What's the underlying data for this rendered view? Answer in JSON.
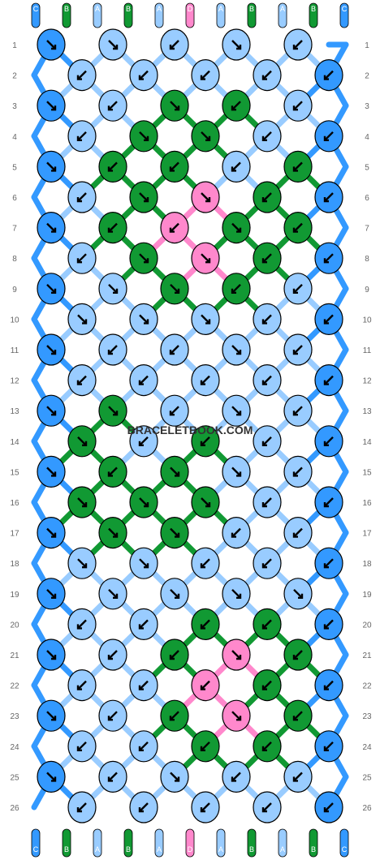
{
  "watermark": "BRACELETBOOK.COM",
  "colors": {
    "C": "#3399ff",
    "B": "#119933",
    "A": "#99ccff",
    "D": "#ff88cc"
  },
  "top_strings": [
    "C",
    "B",
    "A",
    "B",
    "A",
    "D",
    "A",
    "B",
    "A",
    "B",
    "C"
  ],
  "bottom_strings": [
    "C",
    "B",
    "A",
    "B",
    "A",
    "D",
    "A",
    "B",
    "A",
    "B",
    "C"
  ],
  "row_labels": [
    "1",
    "2",
    "3",
    "4",
    "5",
    "6",
    "7",
    "8",
    "9",
    "10",
    "11",
    "12",
    "13",
    "14",
    "15",
    "16",
    "17",
    "18",
    "19",
    "20",
    "21",
    "22",
    "23",
    "24",
    "25",
    "26"
  ],
  "knot_rows": [
    {
      "row": 1,
      "knots": [
        {
          "c": "C",
          "d": "SE"
        },
        {
          "c": "A",
          "d": "SE"
        },
        {
          "c": "A",
          "d": "SW"
        },
        {
          "c": "A",
          "d": "SE"
        },
        {
          "c": "A",
          "d": "SW"
        }
      ]
    },
    {
      "row": 2,
      "knots": [
        {
          "c": "A",
          "d": "SW"
        },
        {
          "c": "A",
          "d": "SW"
        },
        {
          "c": "A",
          "d": "SW"
        },
        {
          "c": "A",
          "d": "SW"
        },
        {
          "c": "C",
          "d": "SW"
        }
      ]
    },
    {
      "row": 3,
      "knots": [
        {
          "c": "C",
          "d": "SE"
        },
        {
          "c": "A",
          "d": "SW"
        },
        {
          "c": "B",
          "d": "SE"
        },
        {
          "c": "B",
          "d": "SW"
        },
        {
          "c": "A",
          "d": "SW"
        }
      ]
    },
    {
      "row": 4,
      "knots": [
        {
          "c": "A",
          "d": "SW"
        },
        {
          "c": "B",
          "d": "SE"
        },
        {
          "c": "B",
          "d": "SE"
        },
        {
          "c": "A",
          "d": "SW"
        },
        {
          "c": "C",
          "d": "SW"
        }
      ]
    },
    {
      "row": 5,
      "knots": [
        {
          "c": "C",
          "d": "SE"
        },
        {
          "c": "B",
          "d": "SW"
        },
        {
          "c": "B",
          "d": "SW"
        },
        {
          "c": "A",
          "d": "SW"
        },
        {
          "c": "B",
          "d": "SW"
        }
      ]
    },
    {
      "row": 6,
      "knots": [
        {
          "c": "A",
          "d": "SW"
        },
        {
          "c": "B",
          "d": "SE"
        },
        {
          "c": "D",
          "d": "SE"
        },
        {
          "c": "B",
          "d": "SW"
        },
        {
          "c": "C",
          "d": "SW"
        }
      ]
    },
    {
      "row": 7,
      "knots": [
        {
          "c": "C",
          "d": "SE"
        },
        {
          "c": "B",
          "d": "SW"
        },
        {
          "c": "D",
          "d": "SW"
        },
        {
          "c": "B",
          "d": "SE"
        },
        {
          "c": "B",
          "d": "SW"
        }
      ]
    },
    {
      "row": 8,
      "knots": [
        {
          "c": "A",
          "d": "SW"
        },
        {
          "c": "B",
          "d": "SE"
        },
        {
          "c": "D",
          "d": "SE"
        },
        {
          "c": "B",
          "d": "SW"
        },
        {
          "c": "C",
          "d": "SW"
        }
      ]
    },
    {
      "row": 9,
      "knots": [
        {
          "c": "C",
          "d": "SE"
        },
        {
          "c": "A",
          "d": "SE"
        },
        {
          "c": "B",
          "d": "SE"
        },
        {
          "c": "B",
          "d": "SW"
        },
        {
          "c": "A",
          "d": "SW"
        }
      ]
    },
    {
      "row": 10,
      "knots": [
        {
          "c": "A",
          "d": "SE"
        },
        {
          "c": "A",
          "d": "SE"
        },
        {
          "c": "A",
          "d": "SE"
        },
        {
          "c": "A",
          "d": "SW"
        },
        {
          "c": "C",
          "d": "SW"
        }
      ]
    },
    {
      "row": 11,
      "knots": [
        {
          "c": "C",
          "d": "SE"
        },
        {
          "c": "A",
          "d": "SW"
        },
        {
          "c": "A",
          "d": "SW"
        },
        {
          "c": "A",
          "d": "SE"
        },
        {
          "c": "A",
          "d": "SW"
        }
      ]
    },
    {
      "row": 12,
      "knots": [
        {
          "c": "A",
          "d": "SW"
        },
        {
          "c": "A",
          "d": "SW"
        },
        {
          "c": "A",
          "d": "SW"
        },
        {
          "c": "A",
          "d": "SW"
        },
        {
          "c": "C",
          "d": "SW"
        }
      ]
    },
    {
      "row": 13,
      "knots": [
        {
          "c": "C",
          "d": "SE"
        },
        {
          "c": "B",
          "d": "SE"
        },
        {
          "c": "A",
          "d": "SW"
        },
        {
          "c": "A",
          "d": "SE"
        },
        {
          "c": "A",
          "d": "SW"
        }
      ]
    },
    {
      "row": 14,
      "knots": [
        {
          "c": "B",
          "d": "SE"
        },
        {
          "c": "A",
          "d": "SW"
        },
        {
          "c": "B",
          "d": "SW"
        },
        {
          "c": "A",
          "d": "SW"
        },
        {
          "c": "C",
          "d": "SW"
        }
      ]
    },
    {
      "row": 15,
      "knots": [
        {
          "c": "C",
          "d": "SE"
        },
        {
          "c": "B",
          "d": "SW"
        },
        {
          "c": "B",
          "d": "SE"
        },
        {
          "c": "A",
          "d": "SE"
        },
        {
          "c": "A",
          "d": "SW"
        }
      ]
    },
    {
      "row": 16,
      "knots": [
        {
          "c": "B",
          "d": "SE"
        },
        {
          "c": "B",
          "d": "SE"
        },
        {
          "c": "B",
          "d": "SE"
        },
        {
          "c": "A",
          "d": "SW"
        },
        {
          "c": "C",
          "d": "SW"
        }
      ]
    },
    {
      "row": 17,
      "knots": [
        {
          "c": "C",
          "d": "SE"
        },
        {
          "c": "B",
          "d": "SE"
        },
        {
          "c": "B",
          "d": "SE"
        },
        {
          "c": "A",
          "d": "SW"
        },
        {
          "c": "A",
          "d": "SW"
        }
      ]
    },
    {
      "row": 18,
      "knots": [
        {
          "c": "A",
          "d": "SE"
        },
        {
          "c": "A",
          "d": "SE"
        },
        {
          "c": "A",
          "d": "SW"
        },
        {
          "c": "A",
          "d": "SW"
        },
        {
          "c": "C",
          "d": "SW"
        }
      ]
    },
    {
      "row": 19,
      "knots": [
        {
          "c": "C",
          "d": "SE"
        },
        {
          "c": "A",
          "d": "SE"
        },
        {
          "c": "A",
          "d": "SE"
        },
        {
          "c": "A",
          "d": "SE"
        },
        {
          "c": "A",
          "d": "SE"
        }
      ]
    },
    {
      "row": 20,
      "knots": [
        {
          "c": "A",
          "d": "SW"
        },
        {
          "c": "A",
          "d": "SW"
        },
        {
          "c": "B",
          "d": "SW"
        },
        {
          "c": "B",
          "d": "SW"
        },
        {
          "c": "C",
          "d": "SW"
        }
      ]
    },
    {
      "row": 21,
      "knots": [
        {
          "c": "C",
          "d": "SE"
        },
        {
          "c": "A",
          "d": "SW"
        },
        {
          "c": "B",
          "d": "SW"
        },
        {
          "c": "D",
          "d": "SE"
        },
        {
          "c": "B",
          "d": "SW"
        }
      ]
    },
    {
      "row": 22,
      "knots": [
        {
          "c": "A",
          "d": "SW"
        },
        {
          "c": "A",
          "d": "SW"
        },
        {
          "c": "D",
          "d": "SW"
        },
        {
          "c": "B",
          "d": "SW"
        },
        {
          "c": "C",
          "d": "SW"
        }
      ]
    },
    {
      "row": 23,
      "knots": [
        {
          "c": "C",
          "d": "SE"
        },
        {
          "c": "A",
          "d": "SW"
        },
        {
          "c": "B",
          "d": "SW"
        },
        {
          "c": "D",
          "d": "SE"
        },
        {
          "c": "B",
          "d": "SW"
        }
      ]
    },
    {
      "row": 24,
      "knots": [
        {
          "c": "A",
          "d": "SW"
        },
        {
          "c": "A",
          "d": "SW"
        },
        {
          "c": "B",
          "d": "SW"
        },
        {
          "c": "B",
          "d": "SW"
        },
        {
          "c": "C",
          "d": "SW"
        }
      ]
    },
    {
      "row": 25,
      "knots": [
        {
          "c": "C",
          "d": "SE"
        },
        {
          "c": "A",
          "d": "SW"
        },
        {
          "c": "A",
          "d": "SE"
        },
        {
          "c": "A",
          "d": "SW"
        },
        {
          "c": "A",
          "d": "SW"
        }
      ]
    },
    {
      "row": 26,
      "knots": [
        {
          "c": "A",
          "d": "SW"
        },
        {
          "c": "A",
          "d": "SW"
        },
        {
          "c": "A",
          "d": "SW"
        },
        {
          "c": "A",
          "d": "SW"
        },
        {
          "c": "C",
          "d": "SW"
        }
      ]
    }
  ]
}
